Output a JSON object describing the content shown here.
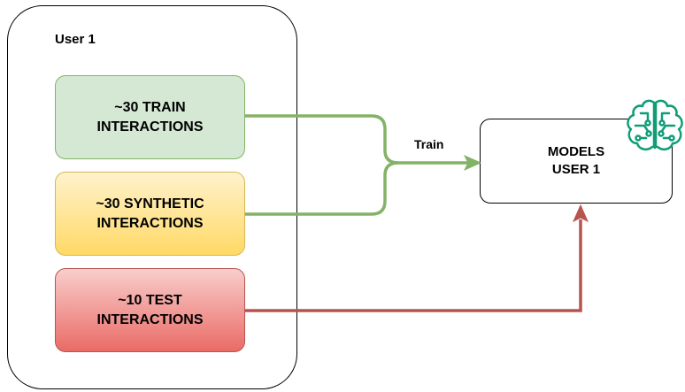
{
  "container": {
    "label": "User 1"
  },
  "boxes": {
    "train": "~30 TRAIN\nINTERACTIONS",
    "synthetic": "~30 SYNTHETIC\nINTERACTIONS",
    "test": "~10 TEST\nINTERACTIONS",
    "models": "MODELS\nUSER 1"
  },
  "edges": {
    "train_label": "Train"
  },
  "icons": {
    "models": "brain-circuit-icon"
  },
  "colors": {
    "train_edge": "#82b366",
    "test_edge": "#b85450",
    "brain_icon": "#0f9d77"
  }
}
